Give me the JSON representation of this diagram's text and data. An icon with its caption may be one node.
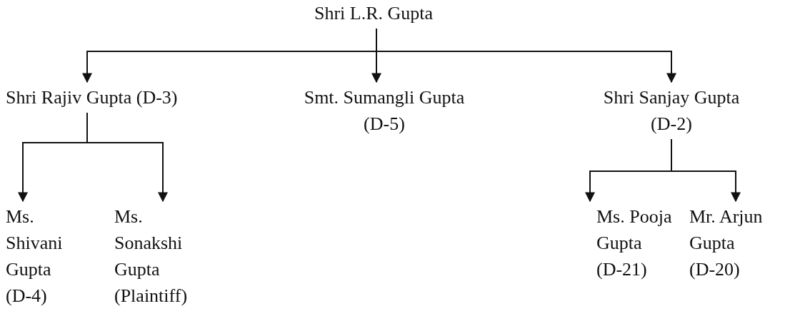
{
  "diagram": {
    "nodes": [
      {
        "text": [
          "Shri L.R. Gupta"
        ]
      },
      {
        "text": [
          "Shri Rajiv Gupta (D-3)"
        ]
      },
      {
        "text": [
          "Smt. Sumangli Gupta (D-5)"
        ]
      },
      {
        "text": [
          "Shri Sanjay Gupta (D-2)"
        ]
      },
      {
        "text": [
          "Ms. Shivani Gupta (D-4)"
        ]
      },
      {
        "text": [
          "Ms. Sonakshi Gupta (Plaintiff)"
        ]
      },
      {
        "text": [
          "Ms. Pooja Gupta (D-21)"
        ]
      },
      {
        "text": [
          "Mr. Arjun Gupta (D-20)"
        ]
      }
    ],
    "edges": [
      {
        "from": 0,
        "to": 1,
        "arrow": "to"
      },
      {
        "from": 0,
        "to": 2,
        "arrow": "to"
      },
      {
        "from": 0,
        "to": 3,
        "arrow": "to"
      },
      {
        "from": 1,
        "to": 4,
        "arrow": "to"
      },
      {
        "from": 1,
        "to": 5,
        "arrow": "to"
      },
      {
        "from": 3,
        "to": 6,
        "arrow": "to"
      },
      {
        "from": 3,
        "to": 7,
        "arrow": "to"
      }
    ]
  }
}
